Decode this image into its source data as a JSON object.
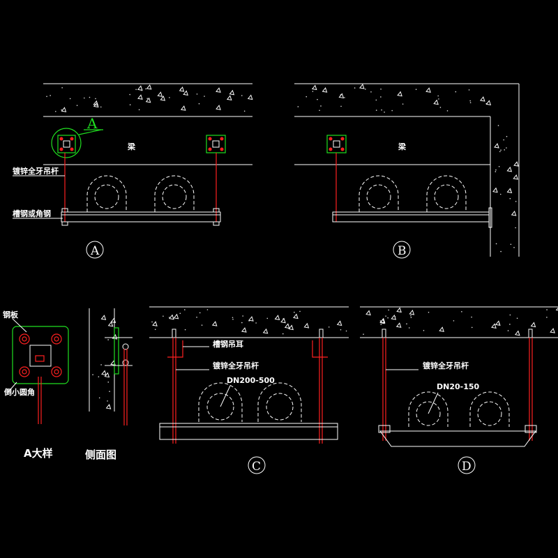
{
  "callout_a": "A",
  "beam_label_a": "梁",
  "beam_label_b": "梁",
  "rod_label_a": "镀锌全牙吊杆",
  "channel_label_a": "槽钢或角钢",
  "circle_a": "A",
  "circle_b": "B",
  "circle_c": "C",
  "circle_d": "D",
  "plate_label": "钢板",
  "corner_label": "倒小圆角",
  "detail_title": "A大样",
  "side_title": "侧面图",
  "ear_label": "槽钢吊耳",
  "rod_label_c": "镀锌全牙吊杆",
  "pipe_range_c": "DN200-500",
  "rod_label_d": "镀锌全牙吊杆",
  "pipe_range_d": "DN20-150",
  "colors": {
    "background": "#000000",
    "line": "#ffffff",
    "rod": "#ff2020",
    "plate": "#20e020"
  }
}
